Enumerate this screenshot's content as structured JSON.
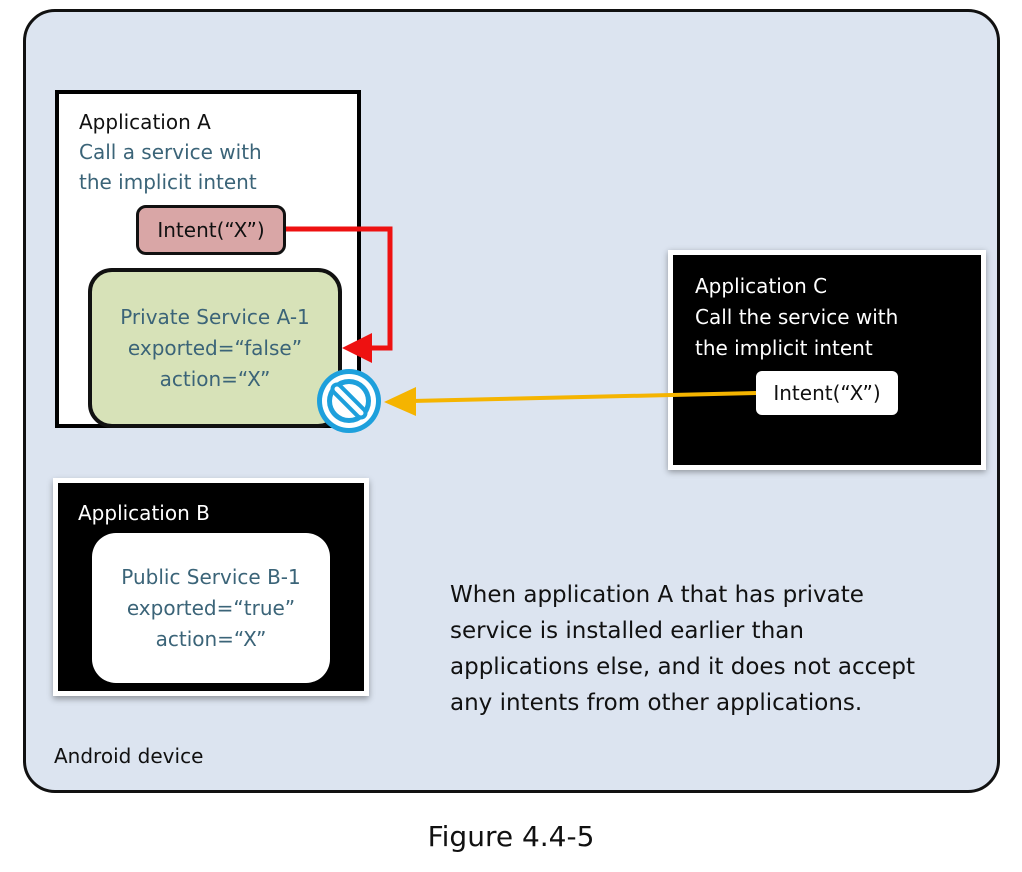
{
  "device": {
    "label": "Android device"
  },
  "app_a": {
    "title": "Application A",
    "subtitle_line1": "Call a service with",
    "subtitle_line2": "the implicit intent",
    "intent": "Intent(“X”)",
    "service": {
      "name": "Private Service A-1",
      "exported": "exported=“false”",
      "action": "action=“X”"
    }
  },
  "app_b": {
    "title": "Application B",
    "service": {
      "name": "Public Service B-1",
      "exported": "exported=“true”",
      "action": "action=“X”"
    }
  },
  "app_c": {
    "title": "Application C",
    "subtitle_line1": "Call the service with",
    "subtitle_line2": "the implicit intent",
    "intent": "Intent(“X”)"
  },
  "note": {
    "lines": [
      "When application A that has private",
      "service is installed earlier than",
      "applications else, and it does not accept",
      "any intents from other applications."
    ]
  },
  "icons": {
    "blocked": "prohibited-icon"
  },
  "colors": {
    "device_bg": "#dce4f0",
    "red_arrow": "#ee1111",
    "yellow_arrow": "#f5b400",
    "block_icon": "#1ea0dc",
    "private_service_bg": "#d7e2b8",
    "intent_a_bg": "#d9a6a6",
    "teal_text": "#3b6478"
  },
  "caption": "Figure 4.4-5"
}
